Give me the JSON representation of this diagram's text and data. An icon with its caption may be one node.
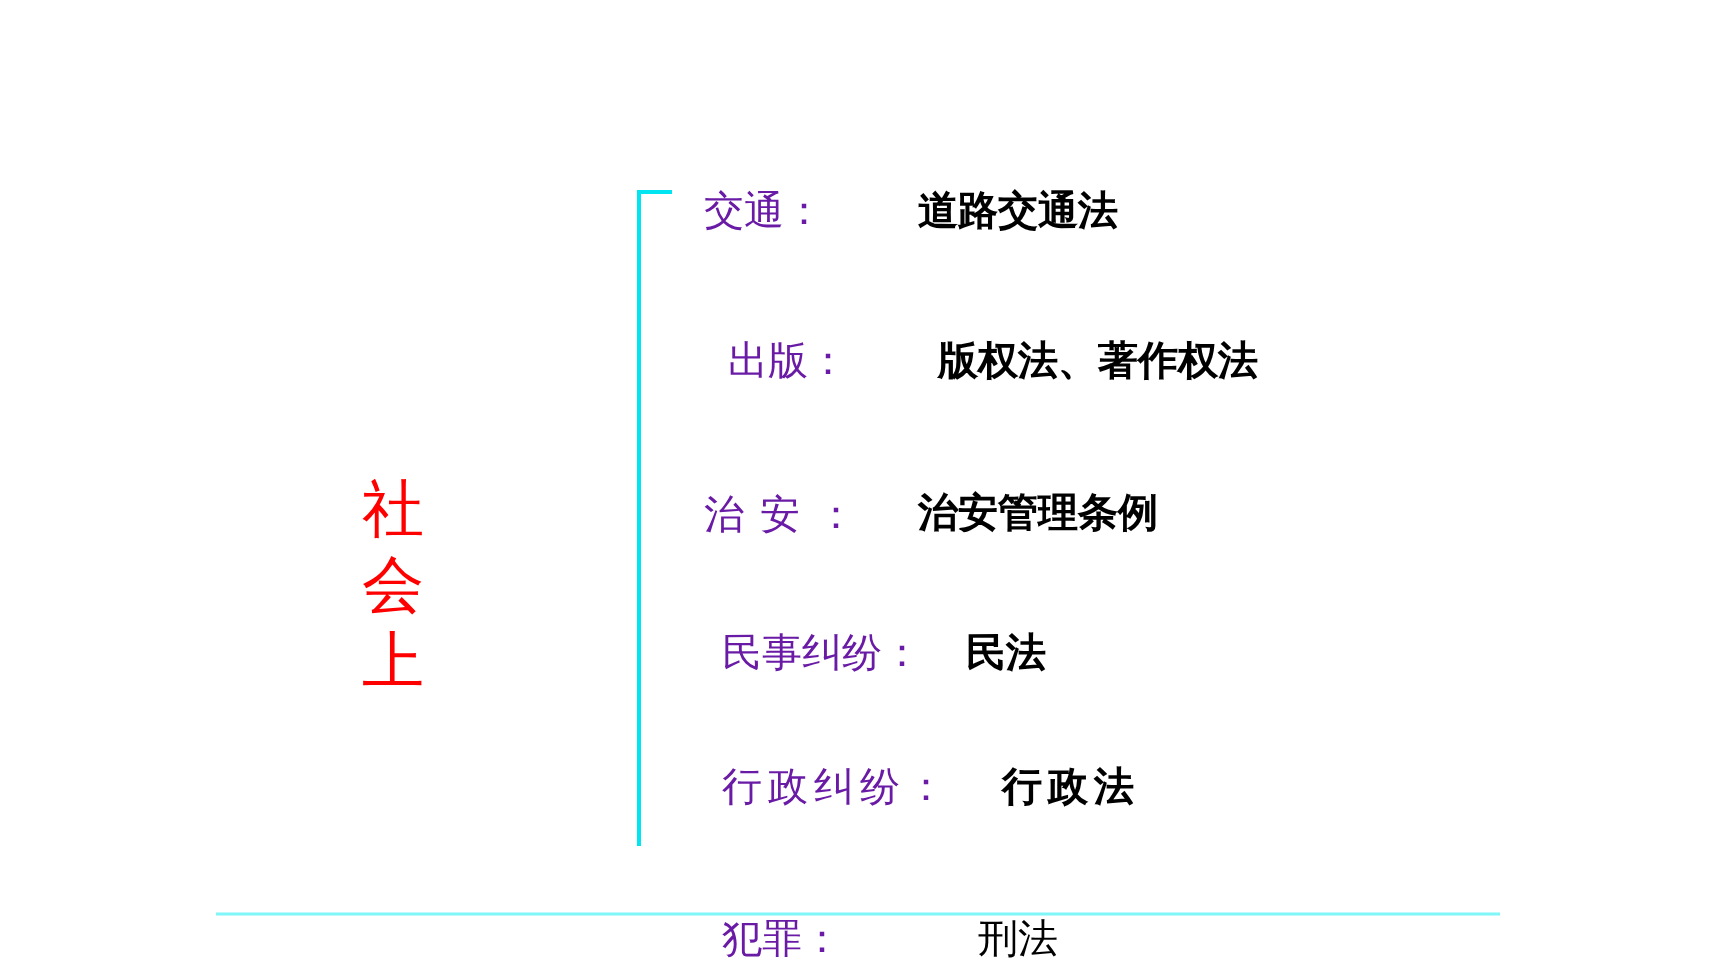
{
  "diagram": {
    "labels": [
      "社会上",
      "交通：",
      "道路交通法",
      "出版：",
      "版权法、著作权法",
      "治安：",
      "治安管理条例",
      "民事纠纷：",
      "民法",
      "行政纠纷：",
      "行政法",
      "犯罪：",
      "刑法"
    ]
  }
}
